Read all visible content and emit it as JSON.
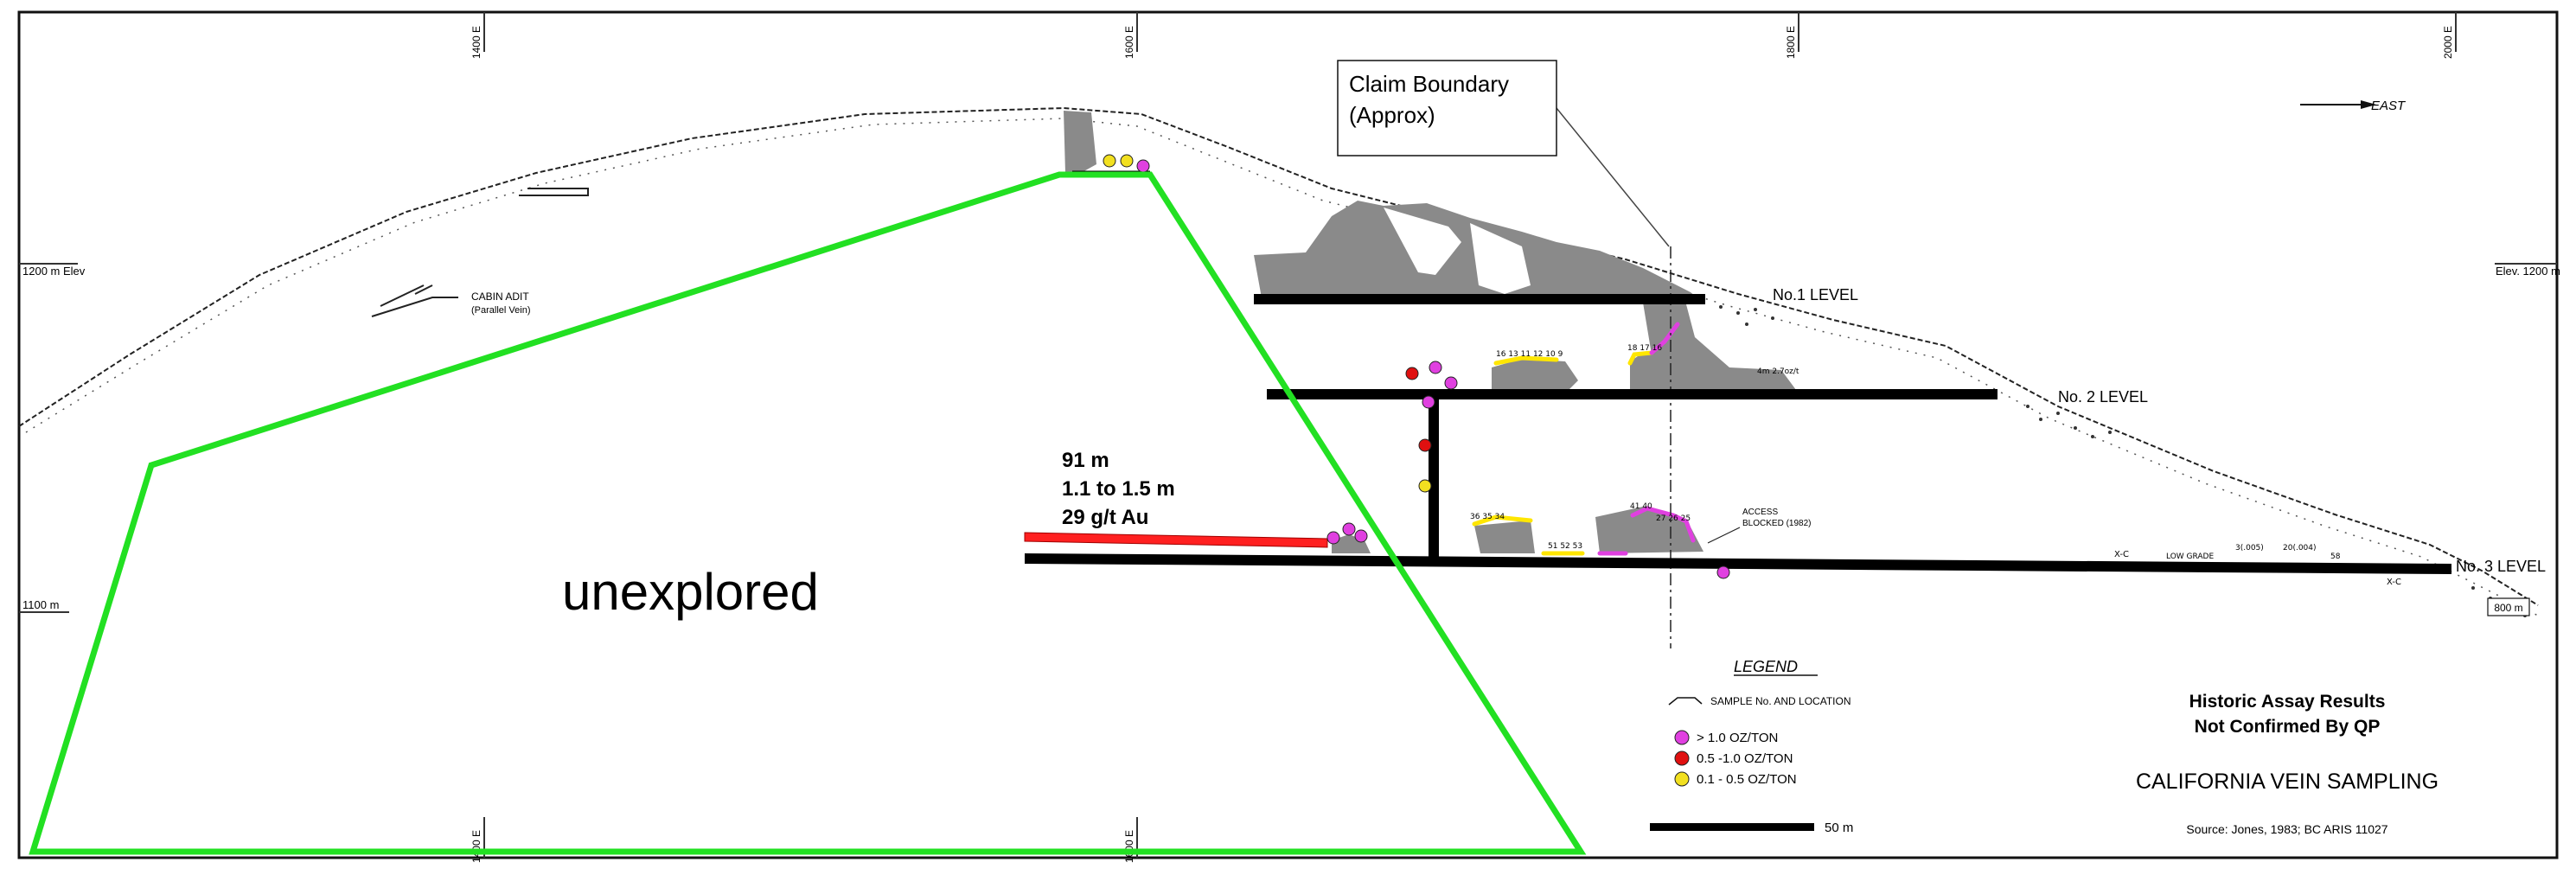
{
  "colors": {
    "background": "#ffffff",
    "frame": "#111111",
    "workings": "#888888",
    "levels": "#000000",
    "unexplored_outline": "#22e022",
    "intercept": "#ff2020",
    "over_1_oz": "#e040e0",
    "mid_grade": "#e01010",
    "low_grade": "#f2e020",
    "trace": "#ffe600"
  },
  "grid": {
    "top_labels": [
      "1400 E",
      "1600 E",
      "1800 E",
      "2000 E"
    ],
    "bottom_labels": [
      "1400 E",
      "1600 E"
    ],
    "elev_left_1200": "1200 m Elev",
    "elev_right_1200": "Elev. 1200 m",
    "elev_left_1100": "1100 m",
    "elev_right_800": "800 m"
  },
  "north_arrow": {
    "label": "EAST"
  },
  "cabin_adit": {
    "line1": "CABIN ADIT",
    "line2": "(Parallel Vein)"
  },
  "claim_boundary": {
    "line1": "Claim Boundary",
    "line2": "(Approx)"
  },
  "levels": {
    "no1": "No.1 LEVEL",
    "no2": "No. 2 LEVEL",
    "no3": "No. 3 LEVEL"
  },
  "intercept": {
    "length": "91 m",
    "width": "1.1 to 1.5 m",
    "grade": "29 g/t Au"
  },
  "unexplored_label": "unexplored",
  "access_note": {
    "line1": "ACCESS",
    "line2": "BLOCKED (1982)"
  },
  "level3_notes": {
    "xc1": "X-C",
    "low_grade": "LOW GRADE",
    "xc2": "X-C",
    "n1": "3(.005)",
    "n2": "20(.004)",
    "n3": "58"
  },
  "legend": {
    "title": "LEGEND",
    "sample": "SAMPLE No. AND LOCATION",
    "high": "> 1.0 OZ/TON",
    "mid": "0.5 -1.0 OZ/TON",
    "low": "0.1 - 0.5 OZ/TON",
    "scale": "50 m"
  },
  "disclaimer": {
    "line1": "Historic Assay Results",
    "line2": "Not Confirmed By QP"
  },
  "title": "CALIFORNIA VEIN SAMPLING",
  "source": "Source: Jones, 1983; BC ARIS 11027",
  "sample_numbers": {
    "a": "16  13  11  12  10  9",
    "b": "18  17  16",
    "c": "36  35  34",
    "d": "51   52   53",
    "e": "41  40",
    "f": "27  26  25",
    "g": "4m 2.7oz/t"
  }
}
